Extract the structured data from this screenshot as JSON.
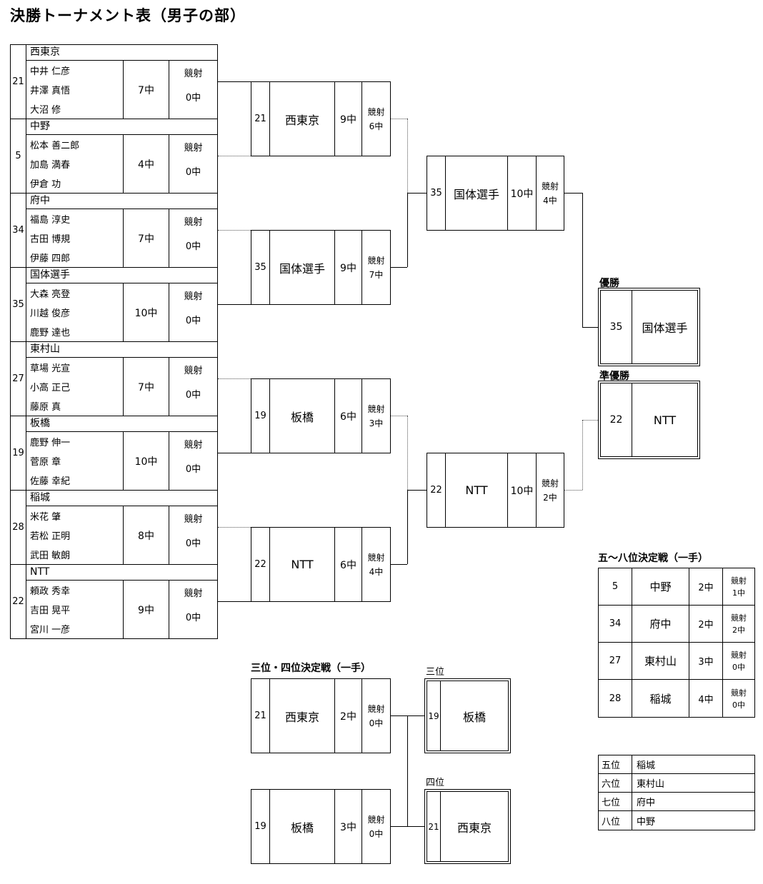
{
  "title": "決勝トーナメント表（男子の部）",
  "sections": {
    "kyosha_label": "競射",
    "champion_label": "優勝",
    "runner_up_label": "準優勝",
    "third_fourth_title": "三位・四位決定戦（一手）",
    "third_label": "三位",
    "fourth_label": "四位",
    "fifth_eighth_title": "五〜八位決定戦（一手）"
  },
  "round1": [
    {
      "seed": "21",
      "team": "西東京",
      "players": [
        "中井 仁彦",
        "井澤 真悟",
        "大沼 修"
      ],
      "score": "7中",
      "kyosha": "0中"
    },
    {
      "seed": "5",
      "team": "中野",
      "players": [
        "松本 善二郎",
        "加島 満春",
        "伊倉 功"
      ],
      "score": "4中",
      "kyosha": "0中"
    },
    {
      "seed": "34",
      "team": "府中",
      "players": [
        "福島 淳史",
        "古田 博規",
        "伊藤 四郎"
      ],
      "score": "7中",
      "kyosha": "0中"
    },
    {
      "seed": "35",
      "team": "国体選手",
      "players": [
        "大森 亮登",
        "川越 俊彦",
        "鹿野 達也"
      ],
      "score": "10中",
      "kyosha": "0中"
    },
    {
      "seed": "27",
      "team": "東村山",
      "players": [
        "草場 光宣",
        "小高 正己",
        "藤原 真"
      ],
      "score": "7中",
      "kyosha": "0中"
    },
    {
      "seed": "19",
      "team": "板橋",
      "players": [
        "鹿野 伸一",
        "菅原 章",
        "佐藤 幸紀"
      ],
      "score": "10中",
      "kyosha": "0中"
    },
    {
      "seed": "28",
      "team": "稲城",
      "players": [
        "米花 肇",
        "若松 正明",
        "武田 敏朗"
      ],
      "score": "8中",
      "kyosha": "0中"
    },
    {
      "seed": "22",
      "team": "NTT",
      "players": [
        "頼政 秀幸",
        "吉田 晃平",
        "宮川 一彦"
      ],
      "score": "9中",
      "kyosha": "0中"
    }
  ],
  "round2": [
    {
      "seed": "21",
      "team": "西東京",
      "score": "9中",
      "kyosha": "6中"
    },
    {
      "seed": "35",
      "team": "国体選手",
      "score": "9中",
      "kyosha": "7中"
    },
    {
      "seed": "19",
      "team": "板橋",
      "score": "6中",
      "kyosha": "3中"
    },
    {
      "seed": "22",
      "team": "NTT",
      "score": "6中",
      "kyosha": "4中"
    }
  ],
  "semifinals": [
    {
      "seed": "35",
      "team": "国体選手",
      "score": "10中",
      "kyosha": "4中"
    },
    {
      "seed": "22",
      "team": "NTT",
      "score": "10中",
      "kyosha": "2中"
    }
  ],
  "final_results": {
    "champion": {
      "seed": "35",
      "team": "国体選手"
    },
    "runner_up": {
      "seed": "22",
      "team": "NTT"
    },
    "third": {
      "seed": "19",
      "team": "板橋"
    },
    "fourth": {
      "seed": "21",
      "team": "西東京"
    }
  },
  "third_fourth_match": [
    {
      "seed": "21",
      "team": "西東京",
      "score": "2中",
      "kyosha": "0中"
    },
    {
      "seed": "19",
      "team": "板橋",
      "score": "3中",
      "kyosha": "0中"
    }
  ],
  "fifth_eighth_match": [
    {
      "seed": "5",
      "team": "中野",
      "score": "2中",
      "kyosha": "1中"
    },
    {
      "seed": "34",
      "team": "府中",
      "score": "2中",
      "kyosha": "2中"
    },
    {
      "seed": "27",
      "team": "東村山",
      "score": "3中",
      "kyosha": "0中"
    },
    {
      "seed": "28",
      "team": "稲城",
      "score": "4中",
      "kyosha": "0中"
    }
  ],
  "standings": [
    {
      "rank": "五位",
      "team": "稲城"
    },
    {
      "rank": "六位",
      "team": "東村山"
    },
    {
      "rank": "七位",
      "team": "府中"
    },
    {
      "rank": "八位",
      "team": "中野"
    }
  ]
}
